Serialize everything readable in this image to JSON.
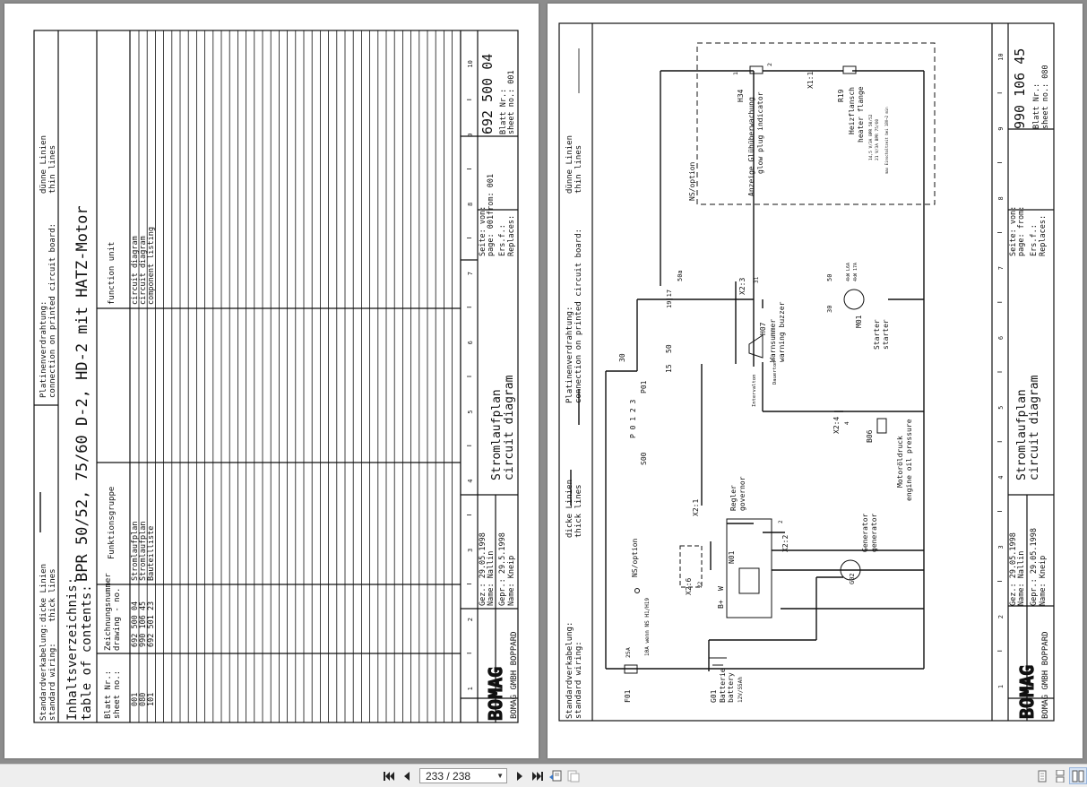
{
  "toolbar": {
    "page_indicator": "233 / 238",
    "icons": [
      "first-page-icon",
      "prev-page-icon",
      "next-page-icon",
      "last-page-icon",
      "previous-view-icon",
      "next-view-icon",
      "single-page-icon",
      "continuous-icon",
      "facing-pages-icon"
    ]
  },
  "left_sheet": {
    "wiring_std_de": "Standardverkabelung:",
    "wiring_std_en": "standard wiring:",
    "thick_de": "dicke Linien",
    "thick_en": "thick lines",
    "pcb_de": "Platinenverdrahtung:",
    "pcb_en": "connection on printed circuit board:",
    "thin_de": "dünne Linien",
    "thin_en": "thin lines",
    "toc_de": "Inhaltsverzeichnis:",
    "toc_en": "table of contents:",
    "title": "BPR 50/52, 75/60 D-2, HD-2  mit HATZ-Motor",
    "col_sheet_de": "Blatt Nr.:",
    "col_sheet_en": "sheet no.:",
    "col_drawing_de": "Zeichnungsnummer",
    "col_drawing_en": "drawing - no.",
    "col_group_de": "Funktionsgruppe",
    "col_unit_en": "function unit",
    "rows": [
      {
        "sheet": "001",
        "drawing": "692 500 04",
        "group": "Stromlaufplan",
        "unit": "circuit diagram"
      },
      {
        "sheet": "080",
        "drawing": "990 106 45",
        "group": "Stromlaufplan",
        "unit": "circuit diagram"
      },
      {
        "sheet": "101",
        "drawing": "692 501 23",
        "group": "Bauteilliste",
        "unit": "component listing"
      }
    ],
    "tb_title_de": "Stromlaufplan",
    "tb_title_en": "circuit diagram",
    "gez": "Gez.:  29.05.1998",
    "name1": "Name:  Nallin",
    "gepr": "Gepr.: 29.5.1998",
    "name2": "Name:  Kneip",
    "seite": "Seite:       von:",
    "page": "page:      001from: 001",
    "ers": "Ers.f.:",
    "replaces": "Replaces:",
    "drawing_no": "692 500 04",
    "blatt": "Blatt Nr.:",
    "sheet_no": "sheet no.:   001",
    "company": "BOMAG GMBH BOPPARD",
    "logo": "BOMAG",
    "zones": [
      "1",
      "2",
      "3",
      "4",
      "5",
      "6",
      "7",
      "8",
      "9",
      "10"
    ]
  },
  "right_sheet": {
    "wiring_std_de": "Standardverkabelung:",
    "wiring_std_en": "standard wiring:",
    "thick_de": "dicke Linien",
    "thick_en": "thick lines",
    "pcb_de": "Platinenverdrahtung:",
    "pcb_en": "connection on printed circuit board:",
    "thin_de": "dünne Linien",
    "thin_en": "thin lines",
    "tb_title_de": "Stromlaufplan",
    "tb_title_en": "circuit diagram",
    "gez": "Gez.:  29.05.1998",
    "name1": "Name:  Nallin",
    "gepr": "Gepr.: 29.05.1998",
    "name2": "Name:  Kneip",
    "seite": "Seite:     von:",
    "page": "page:      from:",
    "ers": "Ers.f.:",
    "replaces": "Replaces:",
    "drawing_no": "990 106 45",
    "blatt": "Blatt Nr.:",
    "sheet_no": "sheet no.:   080",
    "company": "BOMAG GMBH BOPPARD",
    "logo": "BOMAG",
    "zones": [
      "1",
      "2",
      "3",
      "4",
      "5",
      "6",
      "7",
      "8",
      "9",
      "10"
    ],
    "labels": {
      "f01": "F01",
      "a25": "25A",
      "g01": "G01",
      "g01_de": "Batterie",
      "g01_en": "battery",
      "g01_spec": "12V/55Ah",
      "ns_option": "NS/option",
      "ns_option2": "NS/option",
      "a10": "10A wenn NS H1/H19",
      "x2_6": "X2:6",
      "x2_6n": "22",
      "bplus": "B+",
      "w": "W",
      "n01": "N01",
      "x2_2": "X2:2",
      "x2_1": "X2:1",
      "x2_1n": "2",
      "regler_de": "Regler",
      "regler_en": "governor",
      "g02": "G02",
      "gen_de": "Generator",
      "gen_en": "generator",
      "s00": "S00",
      "p01": "P 0 1 2 3",
      "p01b": "P01",
      "t30": "30",
      "t15": "15",
      "t50": "50",
      "t1917": "19|17",
      "t50a": "50a",
      "x2_3": "X2:3",
      "x2_3n": "31",
      "h07": "H07",
      "h07_de": "Warnsummer",
      "h07_en": "warning buzzer",
      "interval": "Intervalton",
      "dauerton": "Dauerton",
      "m01": "M01",
      "m01_de": "Starter",
      "m01_en": "starter",
      "m30": "30",
      "m50": "50",
      "mkw": "4kW L6A",
      "mkw2": "4kW 17A",
      "x2_4": "X2:4",
      "x2_4n": "4",
      "b06": "B06",
      "b06_de": "Motoröldruck",
      "b06_en": "engine oil pressure",
      "h34": "H34",
      "h34_de": "Anzeige Glühüberwachung",
      "h34_en": "glow plug indicator",
      "x1": "X1:1",
      "r19": "R19",
      "r19_de": "Heizflansch",
      "r19_en": "heater flange",
      "r19_s1": "14,5 V/3A BPR 50/52",
      "r19_s2": "21 V/3A BPR 75/60",
      "r19_s3": "max Einschaltzeit bei 18V~2 min",
      "n1": "1",
      "n2": "2"
    }
  }
}
